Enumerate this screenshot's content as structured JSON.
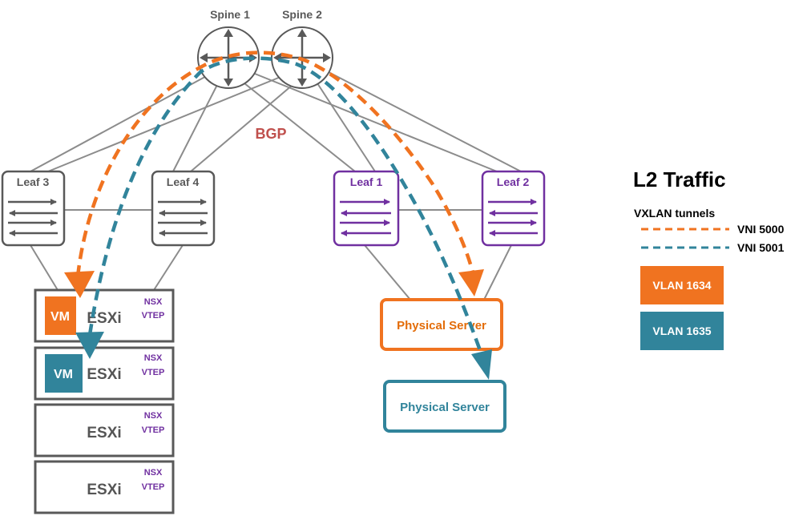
{
  "spines": [
    {
      "label": "Spine 1"
    },
    {
      "label": "Spine 2"
    }
  ],
  "leaves": [
    {
      "label": "Leaf 3"
    },
    {
      "label": "Leaf 4"
    },
    {
      "label": "Leaf 1"
    },
    {
      "label": "Leaf 2"
    }
  ],
  "bgp_label": "BGP",
  "hosts": [
    {
      "label": "ESXi",
      "vtep_line1": "NSX",
      "vtep_line2": "VTEP",
      "vm": "VM"
    },
    {
      "label": "ESXi",
      "vtep_line1": "NSX",
      "vtep_line2": "VTEP",
      "vm": "VM"
    },
    {
      "label": "ESXi",
      "vtep_line1": "NSX",
      "vtep_line2": "VTEP"
    },
    {
      "label": "ESXi",
      "vtep_line1": "NSX",
      "vtep_line2": "VTEP"
    }
  ],
  "servers": [
    {
      "label": "Physical Server"
    },
    {
      "label": "Physical Server"
    }
  ],
  "legend": {
    "title": "L2 Traffic",
    "subtitle": "VXLAN tunnels",
    "vni_5000": "VNI 5000",
    "vni_5001": "VNI 5001",
    "vlan_1634": "VLAN 1634",
    "vlan_1635": "VLAN 1635"
  },
  "colors": {
    "orange": "#f07320",
    "teal": "#31849b",
    "purple": "#7030a0",
    "gray": "#595959",
    "link": "#8c8c8c",
    "bgp": "#c0504d"
  }
}
